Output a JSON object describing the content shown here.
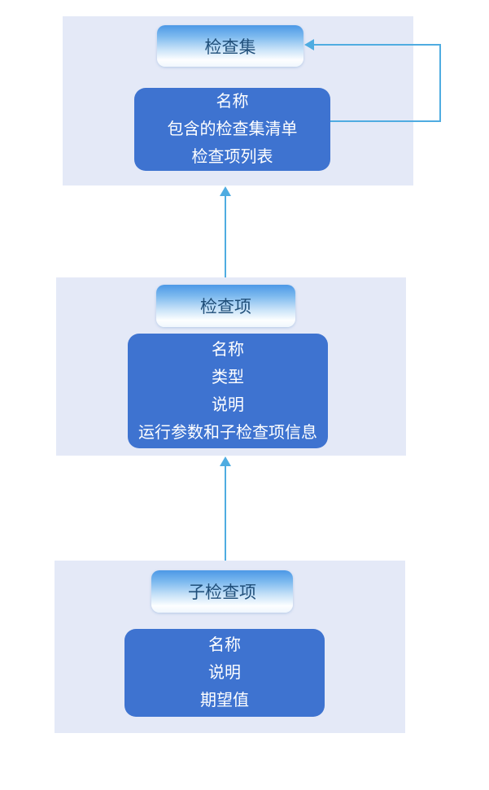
{
  "diagram": {
    "type": "entity-hierarchy-diagram",
    "sections": [
      {
        "pill": "检查集",
        "attributes": [
          "名称",
          "包含的检查集清单",
          "检查项列表"
        ]
      },
      {
        "pill": "检查项",
        "attributes": [
          "名称",
          "类型",
          "说明",
          "运行参数和子检查项信息"
        ]
      },
      {
        "pill": "子检查项",
        "attributes": [
          "名称",
          "说明",
          "期望值"
        ]
      }
    ],
    "relations": [
      {
        "from": "检查集-属性框",
        "to": "检查集",
        "style": "self-reference-loop"
      },
      {
        "from": "检查项",
        "to": "检查集",
        "style": "upward-arrow"
      },
      {
        "from": "子检查项",
        "to": "检查项",
        "style": "upward-arrow"
      }
    ],
    "colors": {
      "panel_background": "#e4e9f7",
      "attribute_box_fill": "#3e73d0",
      "attribute_box_text": "#ffffff",
      "pill_gradient_top": "#4c98e6",
      "pill_gradient_bottom": "#f0f7fd",
      "pill_text": "#1f4e79",
      "connector": "#4face1",
      "page_background": "#ffffff"
    }
  }
}
